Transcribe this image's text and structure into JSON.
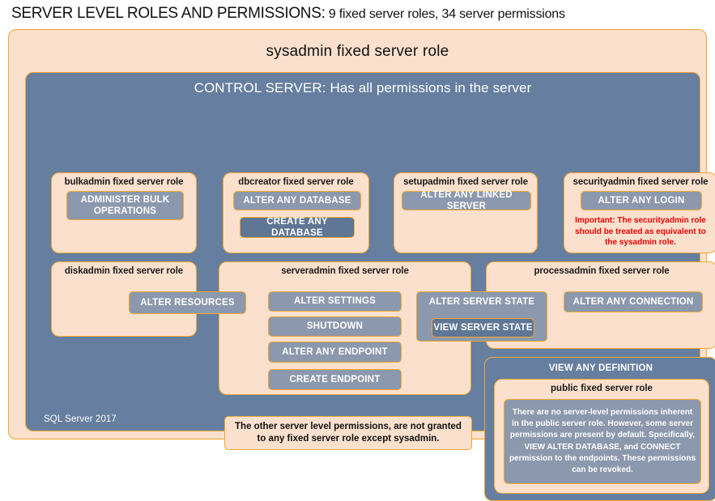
{
  "title": {
    "main": "SERVER LEVEL ROLES AND PERMISSIONS:",
    "sub": " 9 fixed server roles, 34 server permissions"
  },
  "colors": {
    "peach_fill": "#fae0cd",
    "gold_border": "#f0a830",
    "slate_fill": "#667ea0",
    "permission_fill": "#8b98ad",
    "permission_dark_fill": "#5f7695",
    "warning_text": "#ee0000"
  },
  "sysadmin": {
    "label": "sysadmin  fixed  server  role"
  },
  "control_server": {
    "label": "CONTROL SERVER: Has all permissions in the server",
    "version_label": "SQL Server 2017"
  },
  "roles": {
    "bulkadmin": {
      "label": "bulkadmin  fixed server role",
      "permissions": [
        "ADMINISTER  BULK OPERATIONS"
      ]
    },
    "dbcreator": {
      "label": "dbcreator fixed server role",
      "permissions": [
        "ALTER ANY DATABASE",
        "CREATE  ANY DATABASE"
      ]
    },
    "setupadmin": {
      "label": "setupadmin fixed server role",
      "permissions": [
        "ALTER ANY LINKED SERVER"
      ]
    },
    "securityadmin": {
      "label": "securityadmin  fixed server role",
      "permissions": [
        "ALTER ANY LOGIN"
      ],
      "note": "Important:  The securityadmin role should  be treated  as equivalent to the  sysadmin role."
    },
    "diskadmin": {
      "label": "diskadmin  fixed server role",
      "permissions": [
        "ALTER RESOURCES"
      ]
    },
    "serveradmin": {
      "label": "serveradmin fixed server role",
      "permissions": [
        "ALTER SETTINGS",
        "SHUTDOWN",
        "ALTER ANY ENDPOINT",
        "CREATE  ENDPOINT",
        "ALTER SERVER  STATE",
        "VIEW SERVER  STATE"
      ]
    },
    "processadmin": {
      "label": "processadmin fixed server role",
      "permissions": [
        "ALTER ANY CONNECTION"
      ]
    },
    "public": {
      "group_label": "VIEW  ANY DEFINITION",
      "label": "public  fixed server role",
      "note": "There are no server-level permissions inherent in the public server role. However, some server permissions are present by default. Specifically, VIEW ALTER DATABASE, and CONNECT permission to the endpoints. These permissions can be revoked."
    }
  },
  "notes": {
    "other_permissions": "The other server level permissions,  are not granted to any fixed server role except sysadmin."
  }
}
